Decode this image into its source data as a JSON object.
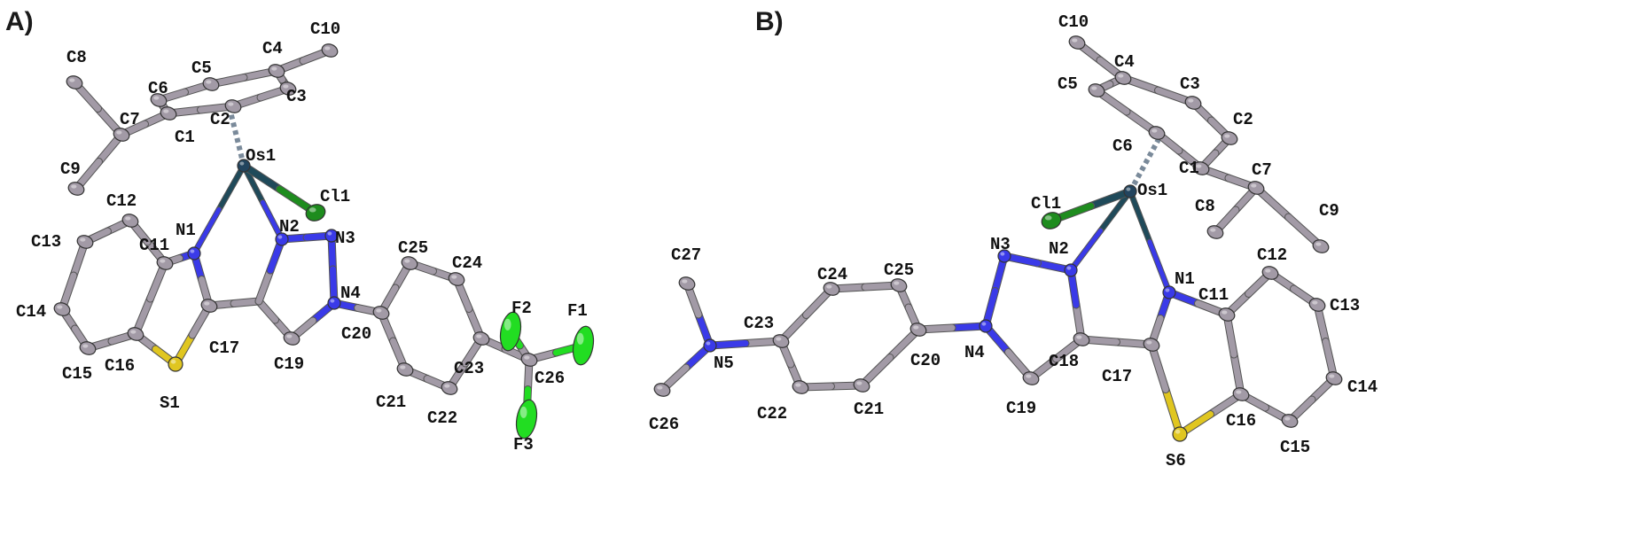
{
  "colors": {
    "background": "#ffffff",
    "carbon": "#a29aa6",
    "nitrogen": "#3a3ae8",
    "sulfur": "#e0c620",
    "chlorine": "#1e8c1e",
    "fluorine": "#22dd22",
    "osmium": "#22445e",
    "os_bond": "#1f4a5a",
    "label_text": "#111111"
  },
  "panels": [
    {
      "id": "A",
      "label": "A)",
      "atoms": [
        {
          "id": "C1",
          "label": "C1",
          "element": "C"
        },
        {
          "id": "C2",
          "label": "C2",
          "element": "C"
        },
        {
          "id": "C3",
          "label": "C3",
          "element": "C"
        },
        {
          "id": "C4",
          "label": "C4",
          "element": "C"
        },
        {
          "id": "C5",
          "label": "C5",
          "element": "C"
        },
        {
          "id": "C6",
          "label": "C6",
          "element": "C"
        },
        {
          "id": "C7",
          "label": "C7",
          "element": "C"
        },
        {
          "id": "C8",
          "label": "C8",
          "element": "C"
        },
        {
          "id": "C9",
          "label": "C9",
          "element": "C"
        },
        {
          "id": "C10",
          "label": "C10",
          "element": "C"
        },
        {
          "id": "Os1",
          "label": "Os1",
          "element": "Os"
        },
        {
          "id": "Cl1",
          "label": "Cl1",
          "element": "Cl"
        },
        {
          "id": "N1",
          "label": "N1",
          "element": "N"
        },
        {
          "id": "N2",
          "label": "N2",
          "element": "N"
        },
        {
          "id": "N3",
          "label": "N3",
          "element": "N"
        },
        {
          "id": "N4",
          "label": "N4",
          "element": "N"
        },
        {
          "id": "C11",
          "label": "C11",
          "element": "C"
        },
        {
          "id": "C12",
          "label": "C12",
          "element": "C"
        },
        {
          "id": "C13",
          "label": "C13",
          "element": "C"
        },
        {
          "id": "C14",
          "label": "C14",
          "element": "C"
        },
        {
          "id": "C15",
          "label": "C15",
          "element": "C"
        },
        {
          "id": "C16",
          "label": "C16",
          "element": "C"
        },
        {
          "id": "S1",
          "label": "S1",
          "element": "S"
        },
        {
          "id": "C17",
          "label": "C17",
          "element": "C"
        },
        {
          "id": "C19",
          "label": "C19",
          "element": "C"
        },
        {
          "id": "C20",
          "label": "C20",
          "element": "C"
        },
        {
          "id": "C21",
          "label": "C21",
          "element": "C"
        },
        {
          "id": "C22",
          "label": "C22",
          "element": "C"
        },
        {
          "id": "C23",
          "label": "C23",
          "element": "C"
        },
        {
          "id": "C24",
          "label": "C24",
          "element": "C"
        },
        {
          "id": "C25",
          "label": "C25",
          "element": "C"
        },
        {
          "id": "C26",
          "label": "C26",
          "element": "C"
        },
        {
          "id": "F1",
          "label": "F1",
          "element": "F"
        },
        {
          "id": "F2",
          "label": "F2",
          "element": "F"
        },
        {
          "id": "F3",
          "label": "F3",
          "element": "F"
        }
      ]
    },
    {
      "id": "B",
      "label": "B)",
      "atoms": [
        {
          "id": "C10",
          "label": "C10",
          "element": "C"
        },
        {
          "id": "C4",
          "label": "C4",
          "element": "C"
        },
        {
          "id": "C5",
          "label": "C5",
          "element": "C"
        },
        {
          "id": "C3",
          "label": "C3",
          "element": "C"
        },
        {
          "id": "C2",
          "label": "C2",
          "element": "C"
        },
        {
          "id": "C6",
          "label": "C6",
          "element": "C"
        },
        {
          "id": "C1",
          "label": "C1",
          "element": "C"
        },
        {
          "id": "C7",
          "label": "C7",
          "element": "C"
        },
        {
          "id": "C8",
          "label": "C8",
          "element": "C"
        },
        {
          "id": "C9",
          "label": "C9",
          "element": "C"
        },
        {
          "id": "Os1",
          "label": "Os1",
          "element": "Os"
        },
        {
          "id": "Cl1",
          "label": "Cl1",
          "element": "Cl"
        },
        {
          "id": "N1",
          "label": "N1",
          "element": "N"
        },
        {
          "id": "N2",
          "label": "N2",
          "element": "N"
        },
        {
          "id": "N3",
          "label": "N3",
          "element": "N"
        },
        {
          "id": "N4",
          "label": "N4",
          "element": "N"
        },
        {
          "id": "N5",
          "label": "N5",
          "element": "N"
        },
        {
          "id": "C11",
          "label": "C11",
          "element": "C"
        },
        {
          "id": "C12",
          "label": "C12",
          "element": "C"
        },
        {
          "id": "C13",
          "label": "C13",
          "element": "C"
        },
        {
          "id": "C14",
          "label": "C14",
          "element": "C"
        },
        {
          "id": "C15",
          "label": "C15",
          "element": "C"
        },
        {
          "id": "C16",
          "label": "C16",
          "element": "C"
        },
        {
          "id": "S6",
          "label": "S6",
          "element": "S"
        },
        {
          "id": "C17",
          "label": "C17",
          "element": "C"
        },
        {
          "id": "C18",
          "label": "C18",
          "element": "C"
        },
        {
          "id": "C19",
          "label": "C19",
          "element": "C"
        },
        {
          "id": "C20",
          "label": "C20",
          "element": "C"
        },
        {
          "id": "C21",
          "label": "C21",
          "element": "C"
        },
        {
          "id": "C22",
          "label": "C22",
          "element": "C"
        },
        {
          "id": "C23",
          "label": "C23",
          "element": "C"
        },
        {
          "id": "C24",
          "label": "C24",
          "element": "C"
        },
        {
          "id": "C25",
          "label": "C25",
          "element": "C"
        },
        {
          "id": "C26",
          "label": "C26",
          "element": "C"
        },
        {
          "id": "C27",
          "label": "C27",
          "element": "C"
        }
      ]
    }
  ]
}
